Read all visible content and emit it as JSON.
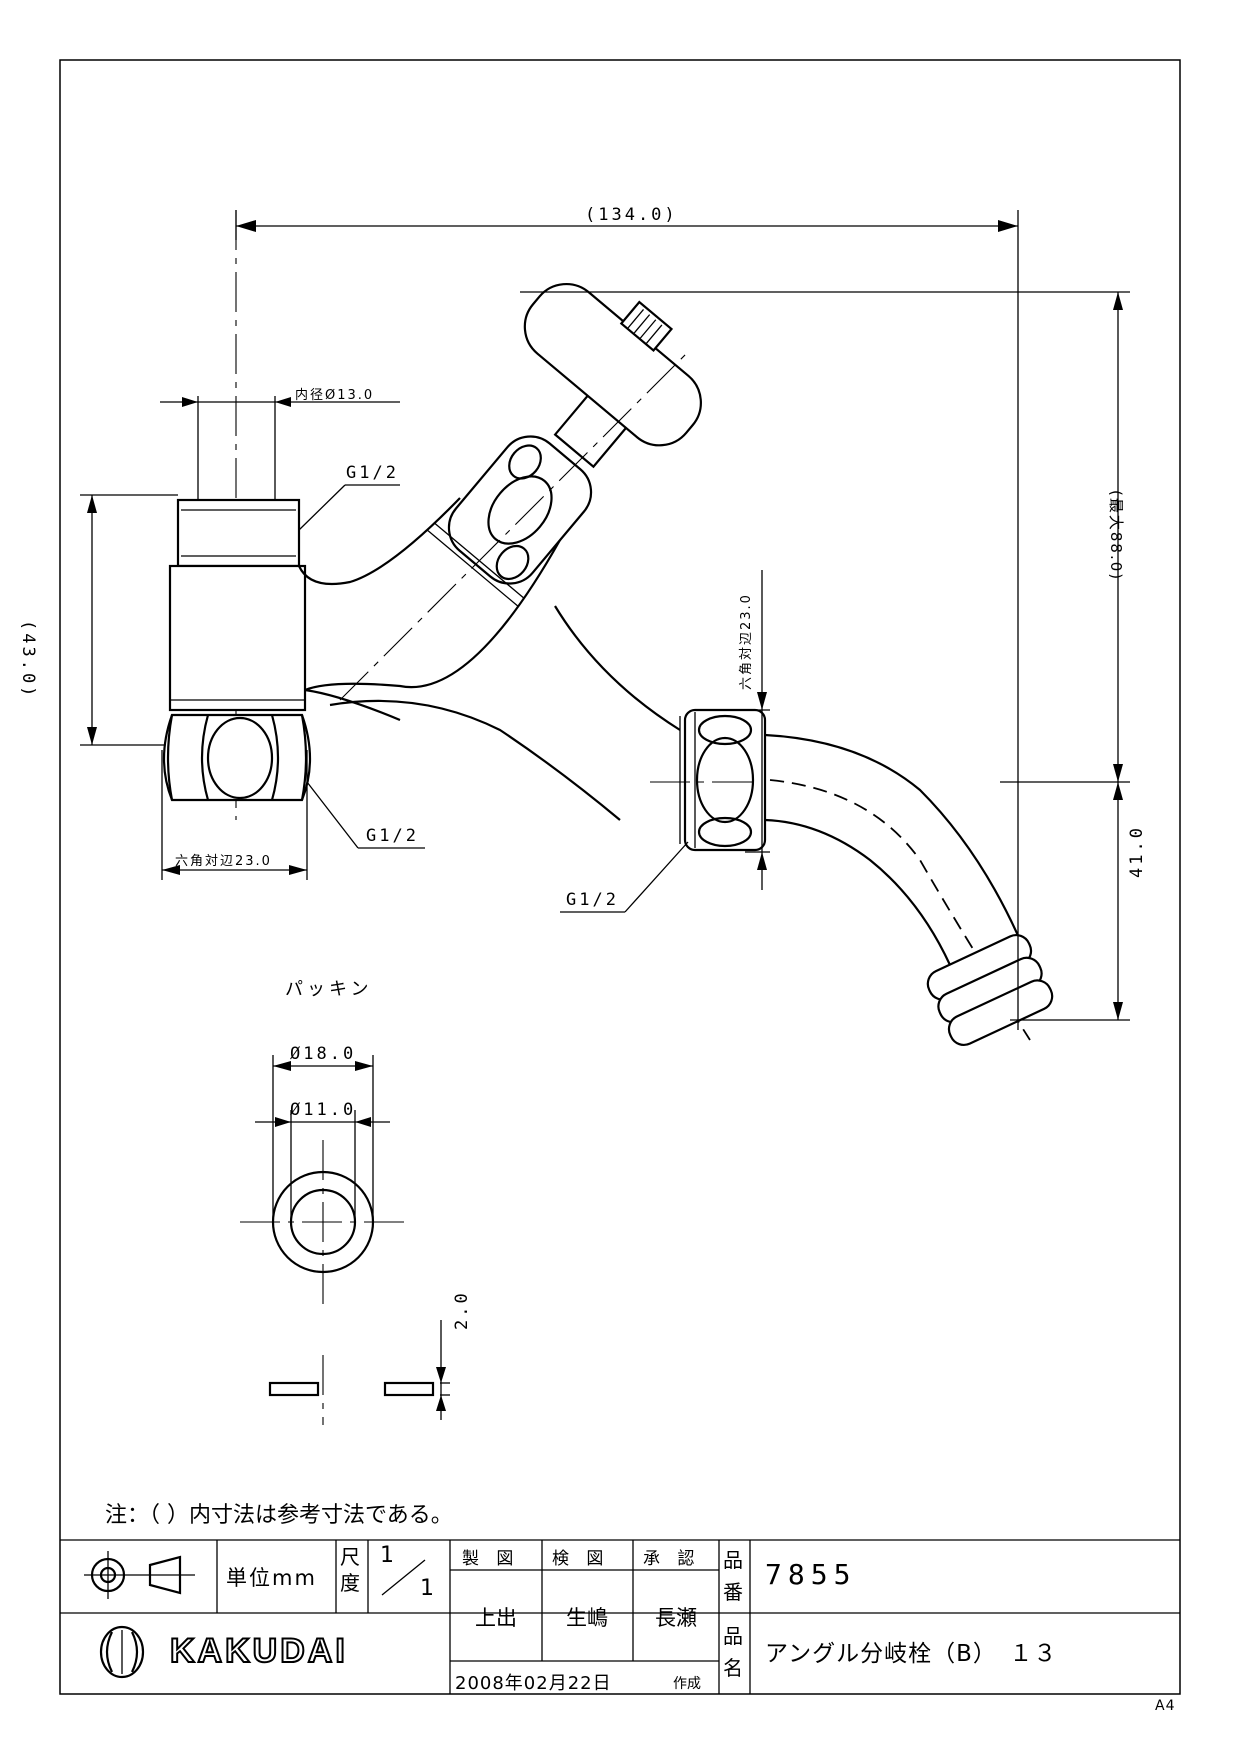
{
  "drawing": {
    "dims": {
      "overall_width": "(134.0)",
      "inner_diameter": "内径Ø13.0",
      "thread_top": "G1/2",
      "height_left": "(43.0)",
      "thread_bottom": "G1/2",
      "hex_left": "六角対辺23.0",
      "hex_right": "六角対辺23.0",
      "thread_right": "G1/2",
      "max_height": "(最大88.0)",
      "spout_height": "41.0"
    },
    "packing": {
      "label": "パッキン",
      "outer_diameter": "Ø18.0",
      "inner_diameter": "Ø11.0",
      "thickness": "2.0"
    },
    "note": "注：（ ）内寸法は参考寸法である。"
  },
  "title_block": {
    "unit_label": "単位mm",
    "scale_label": "尺度",
    "scale_num": "1",
    "scale_den": "1",
    "drawn_header": "製 図",
    "checked_header": "検 図",
    "approved_header": "承 認",
    "drawn_by": "上出",
    "checked_by": "生嶋",
    "approved_by": "長瀬",
    "date": "2008年02月22日",
    "date_suffix": "作成",
    "part_no_label": "品番",
    "part_no": "7855",
    "part_name_label": "品名",
    "part_name": "アングル分岐栓（B）　１３",
    "company": "KAKUDAI",
    "sheet_size": "A4"
  }
}
